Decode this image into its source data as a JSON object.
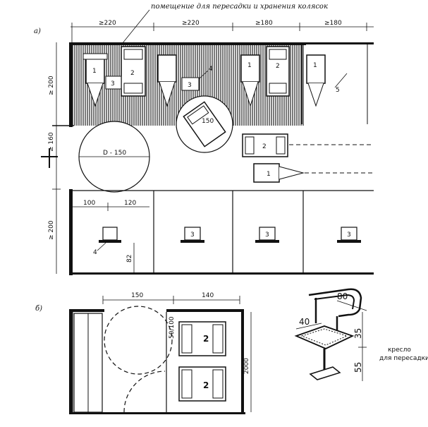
{
  "annotations": {
    "room_label": "помещение для пересадки и хранения колясок",
    "part_a": "а)",
    "part_b": "б)",
    "chair_label_line1": "кресло",
    "chair_label_line2": "для пересадки"
  },
  "dims_a": {
    "d1": "≥220",
    "d2": "≥220",
    "d3": "≥180",
    "d4": "≥180",
    "left_top": "≥ 200",
    "left_mid": "≥ 160",
    "left_bottom": "≥ 200",
    "w100": "100",
    "w120": "120",
    "h82": "82",
    "circle_diam": "D - 150",
    "turn_150": "150"
  },
  "dims_b": {
    "w150": "150",
    "w140": "140",
    "h2000": "2000",
    "h50": "50/100"
  },
  "chair_dims": {
    "d80": "80",
    "d40": "40",
    "d35": "35",
    "d55": "55"
  },
  "labels": {
    "n1": "1",
    "n2": "2",
    "n3": "3",
    "n4": "4",
    "n5": "5"
  }
}
